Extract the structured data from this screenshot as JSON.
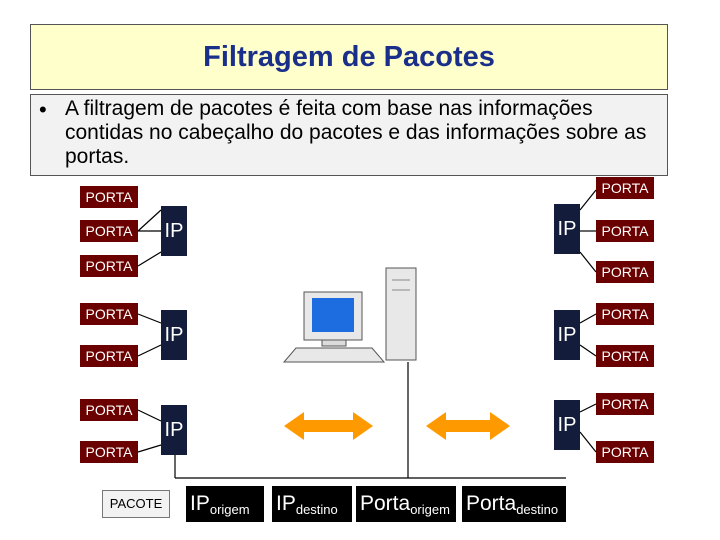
{
  "title": "Filtragem de Pacotes",
  "bullet": {
    "marker": "•",
    "text": "A filtragem de pacotes é feita com base nas informações contidas no cabeçalho do pacotes e das informações sobre as portas."
  },
  "labels": {
    "porta": "PORTA",
    "ip": "IP",
    "pacote": "PACOTE"
  },
  "packet_fields": [
    {
      "main": "IP",
      "sub": "origem"
    },
    {
      "main": "IP",
      "sub": "destino"
    },
    {
      "main": "Porta",
      "sub": "origem"
    },
    {
      "main": "Porta",
      "sub": "destino"
    }
  ],
  "colors": {
    "title": "#1a2f8a",
    "title_bg": "#ffffcc",
    "porta_bg": "#6b0000",
    "ip_bg": "#141c3c",
    "arrow": "#ff9900"
  }
}
